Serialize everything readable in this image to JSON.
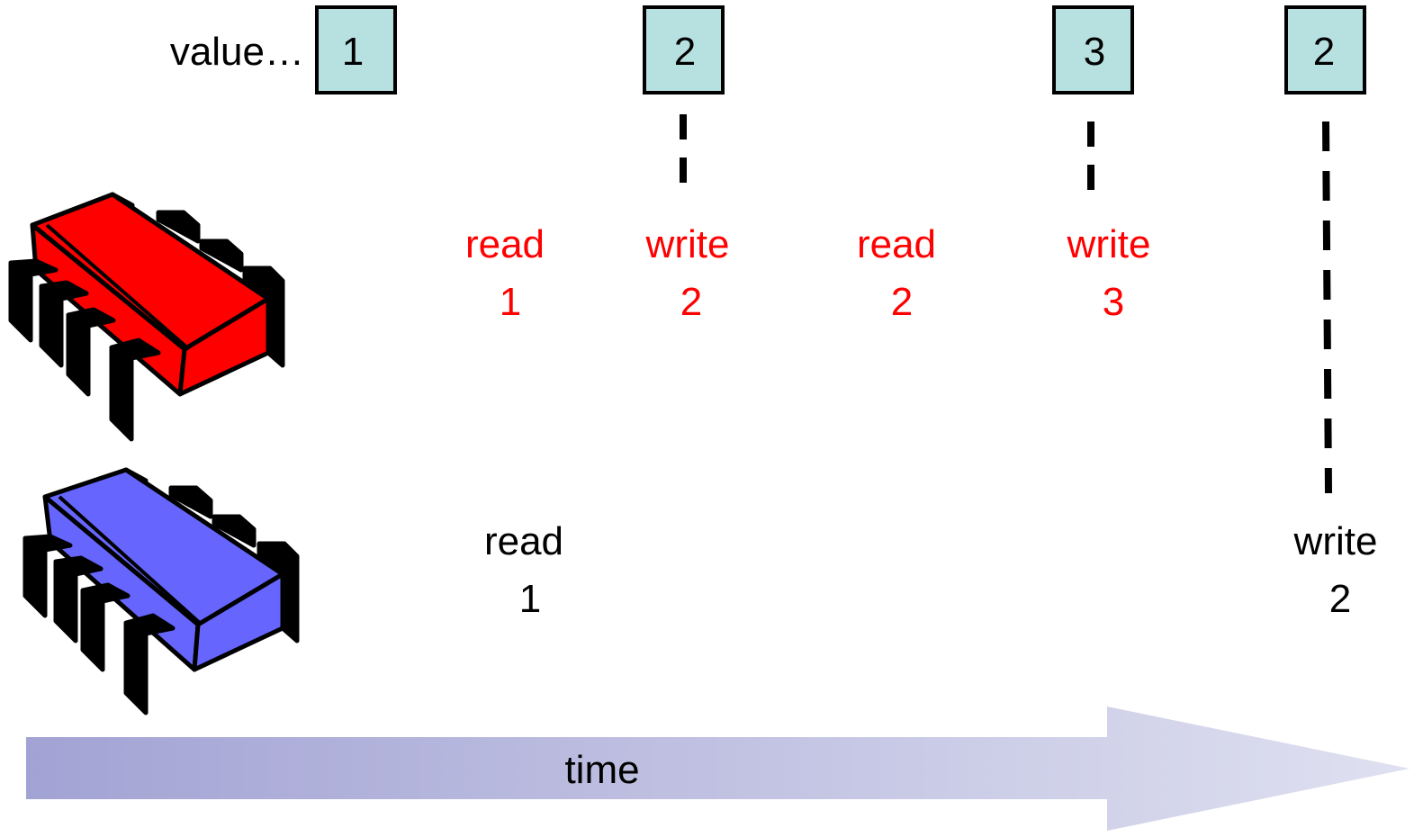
{
  "value_label": "value…",
  "value_boxes": [
    {
      "value": "1"
    },
    {
      "value": "2"
    },
    {
      "value": "3"
    },
    {
      "value": "2"
    }
  ],
  "cpu1_ops": [
    {
      "op": "read",
      "value": "1"
    },
    {
      "op": "write",
      "value": "2"
    },
    {
      "op": "read",
      "value": "2"
    },
    {
      "op": "write",
      "value": "3"
    }
  ],
  "cpu2_ops": [
    {
      "op": "read",
      "value": "1"
    },
    {
      "op": "write",
      "value": "2"
    }
  ],
  "time_label": "time",
  "colors": {
    "cpu1": "#ff0000",
    "cpu2": "#6666ff",
    "cpu2_text": "#000000",
    "box_fill": "#b7e1e1",
    "arrow_start": "#a2a3d4",
    "arrow_end": "#dfe0f0"
  },
  "icons": {
    "cpu1": "chip-icon",
    "cpu2": "chip-icon"
  }
}
